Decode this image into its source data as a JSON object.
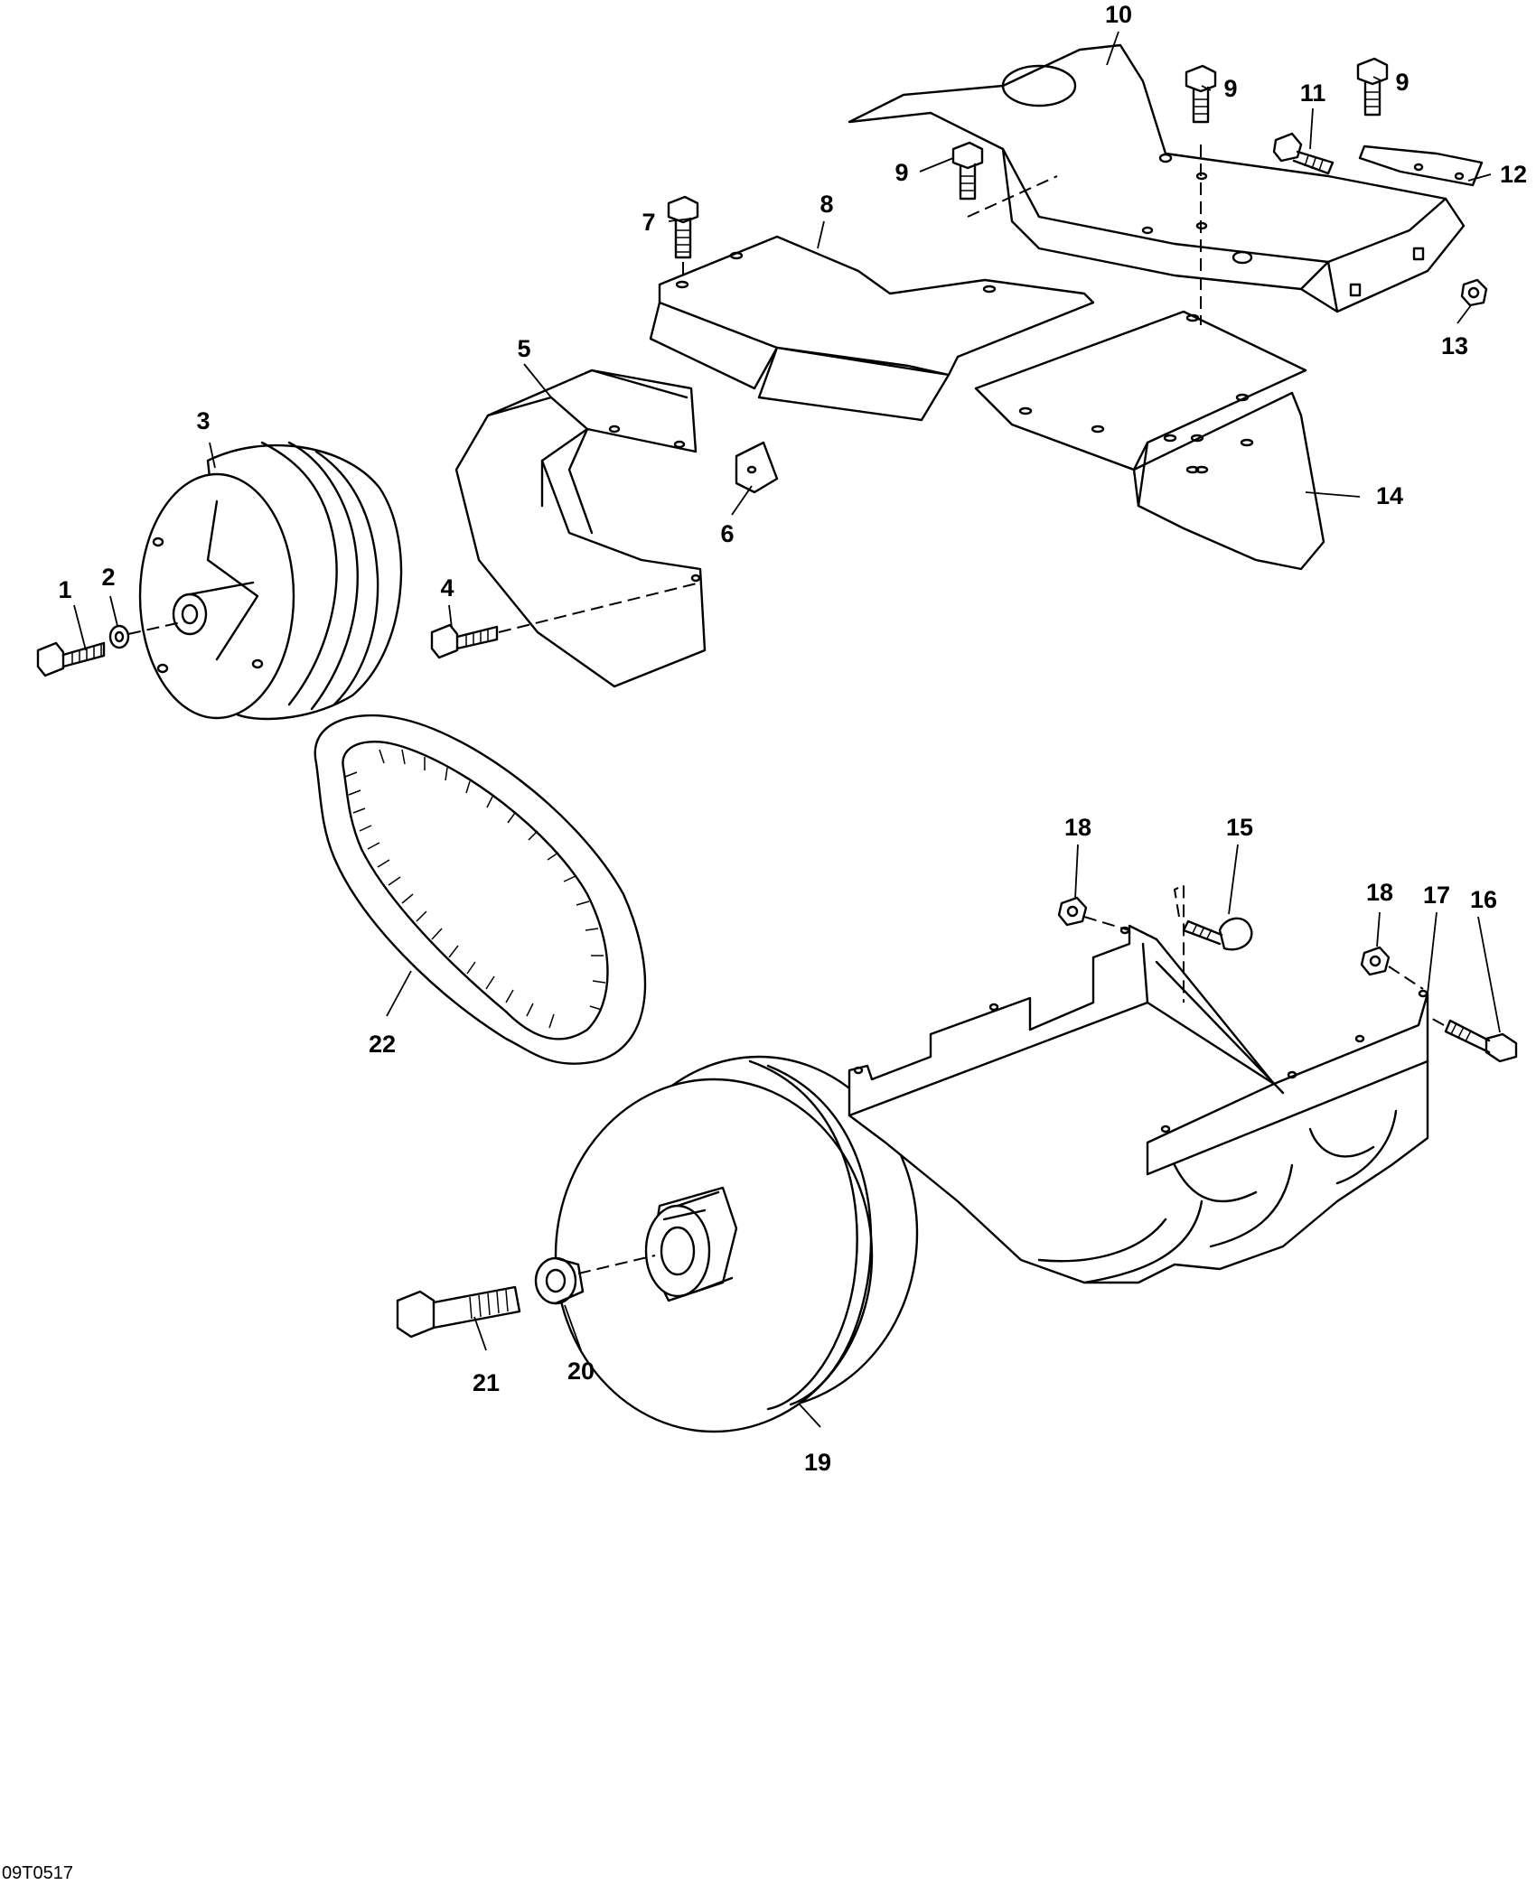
{
  "diagram": {
    "drawing_code": "09T0517",
    "callouts": {
      "c1": "1",
      "c2": "2",
      "c3": "3",
      "c4": "4",
      "c5": "5",
      "c6": "6",
      "c7": "7",
      "c8": "8",
      "c9a": "9",
      "c9b": "9",
      "c9c": "9",
      "c10": "10",
      "c11": "11",
      "c12": "12",
      "c13": "13",
      "c14": "14",
      "c15": "15",
      "c16": "16",
      "c17": "17",
      "c18a": "18",
      "c18b": "18",
      "c19": "19",
      "c20": "20",
      "c21": "21",
      "c22": "22"
    },
    "parts": {
      "drive-pulley": "drive-pulley-icon",
      "driven-pulley": "driven-pulley-icon",
      "drive-belt": "drive-belt-icon",
      "belt-guard": "belt-guard-icon",
      "guard-brackets": "bracket-icon",
      "lower-guard": "lower-guard-icon",
      "fasteners": "bolt-icon"
    }
  }
}
